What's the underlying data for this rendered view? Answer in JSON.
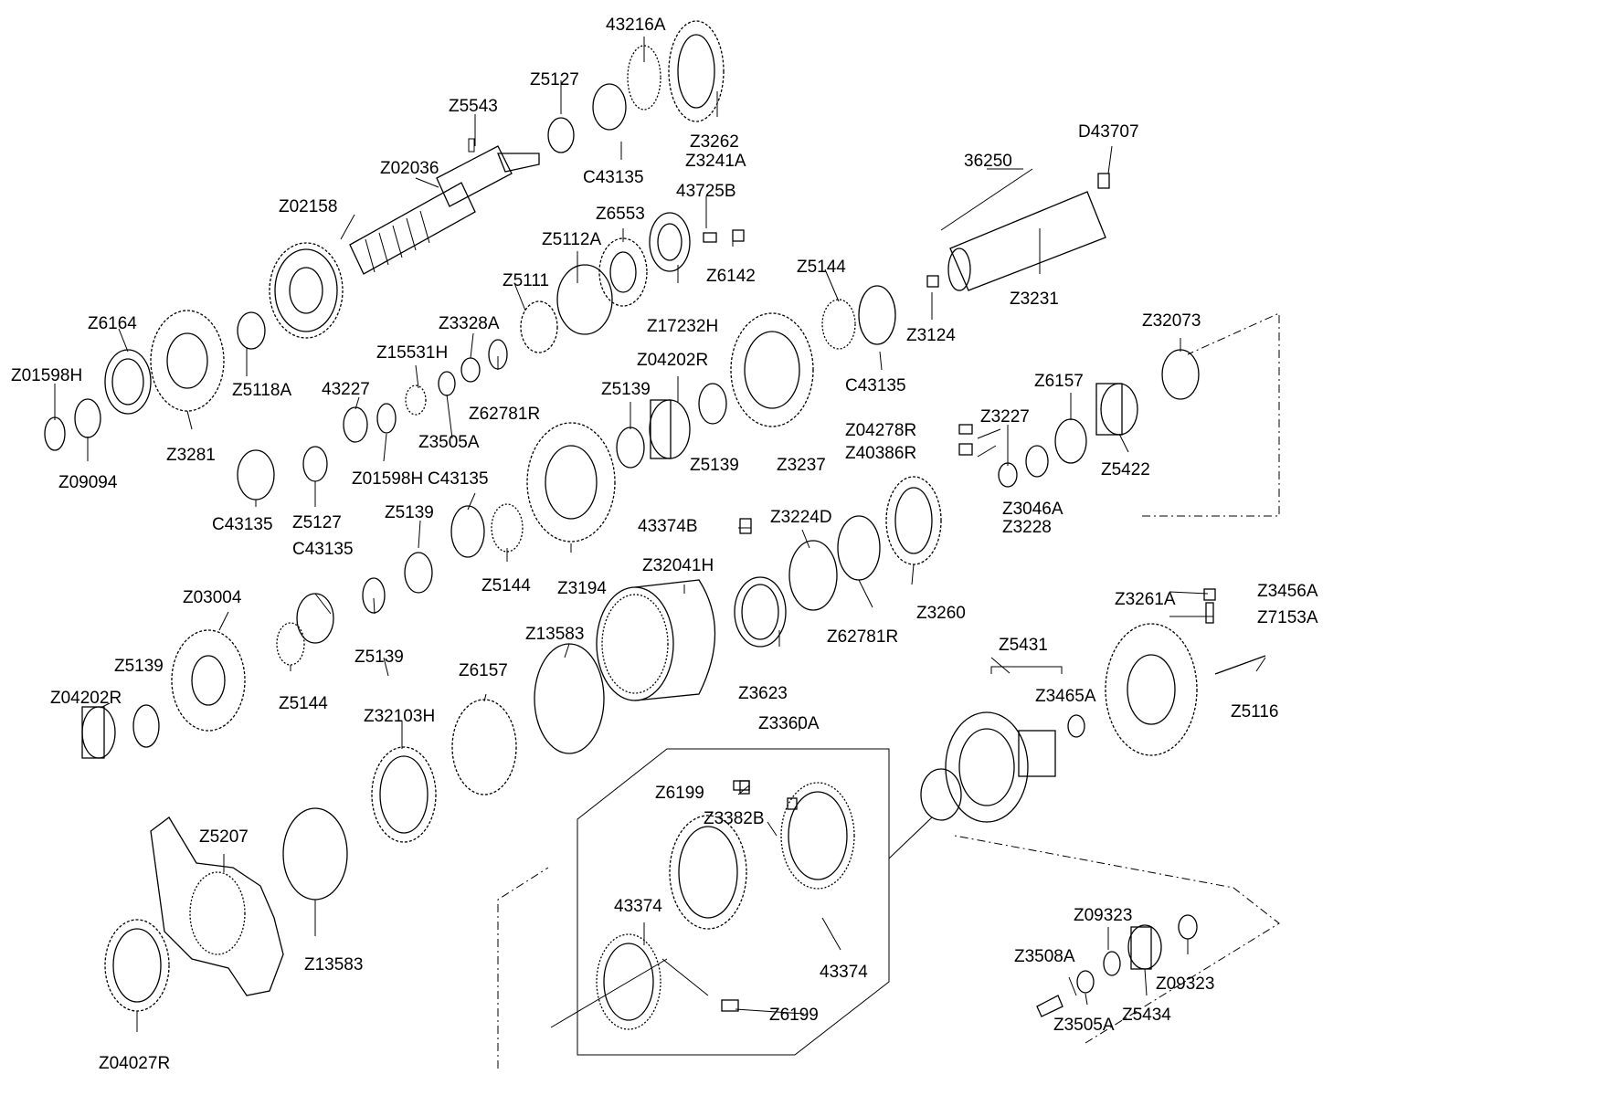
{
  "labels": {
    "p43216A": "43216A",
    "pZ5127a": "Z5127",
    "pZ5543": "Z5543",
    "pZ02036": "Z02036",
    "pZ3262": "Z3262",
    "pZ3241A": "Z3241A",
    "pC43135a": "C43135",
    "p43725B": "43725B",
    "pZ6553": "Z6553",
    "pZ5112A": "Z5112A",
    "pZ02158": "Z02158",
    "pZ5111": "Z5111",
    "pZ6142": "Z6142",
    "pZ17232H": "Z17232H",
    "pZ5144a": "Z5144",
    "p36250": "36250",
    "pD43707": "D43707",
    "pZ3231": "Z3231",
    "pZ3124": "Z3124",
    "pC43135b": "C43135",
    "pZ32073": "Z32073",
    "pZ6164": "Z6164",
    "pZ01598Ha": "Z01598H",
    "pZ5118A": "Z5118A",
    "pZ3328A": "Z3328A",
    "pZ15531H": "Z15531H",
    "p43227": "43227",
    "pZ62781Ra": "Z62781R",
    "pZ04202Ra": "Z04202R",
    "pZ5139a": "Z5139",
    "pZ3505Aa": "Z3505A",
    "pZ09094": "Z09094",
    "pZ3281": "Z3281",
    "pZ01598Hb": "Z01598H",
    "pC43135c": "C43135",
    "pZ5139b": "Z5139",
    "pZ3237": "Z3237",
    "pZ04278R": "Z04278R",
    "pZ40386R": "Z40386R",
    "pZ3227": "Z3227",
    "pZ6157a": "Z6157",
    "pZ5422": "Z5422",
    "pC43135d": "C43135",
    "pZ5127b": "Z5127",
    "pZ5139c": "Z5139",
    "p43374B": "43374B",
    "pZ3224D": "Z3224D",
    "pZ3046A": "Z3046A",
    "pZ3228": "Z3228",
    "pC43135e": "C43135",
    "pZ5144b": "Z5144",
    "pZ3194": "Z3194",
    "pZ32041H": "Z32041H",
    "pZ3260": "Z3260",
    "pZ03004": "Z03004",
    "pZ5139d": "Z5139",
    "pZ13583a": "Z13583",
    "pZ62781Rb": "Z62781R",
    "pZ3261A": "Z3261A",
    "pZ3456A": "Z3456A",
    "pZ7153A": "Z7153A",
    "pZ5139e": "Z5139",
    "pZ04202Rb": "Z04202R",
    "pZ5144c": "Z5144",
    "pZ6157b": "Z6157",
    "pZ3623": "Z3623",
    "pZ5431": "Z5431",
    "pZ3465A": "Z3465A",
    "pZ5116": "Z5116",
    "pZ32103H": "Z32103H",
    "pZ3360A": "Z3360A",
    "pZ6199a": "Z6199",
    "pZ3382B": "Z3382B",
    "pZ5207": "Z5207",
    "p43374a": "43374",
    "pZ09323a": "Z09323",
    "pZ13583b": "Z13583",
    "p43374b": "43374",
    "pZ3508A": "Z3508A",
    "pZ09323b": "Z09323",
    "pZ6199b": "Z6199",
    "pZ5434": "Z5434",
    "pZ3505Ab": "Z3505A",
    "pZ04027R": "Z04027R"
  }
}
